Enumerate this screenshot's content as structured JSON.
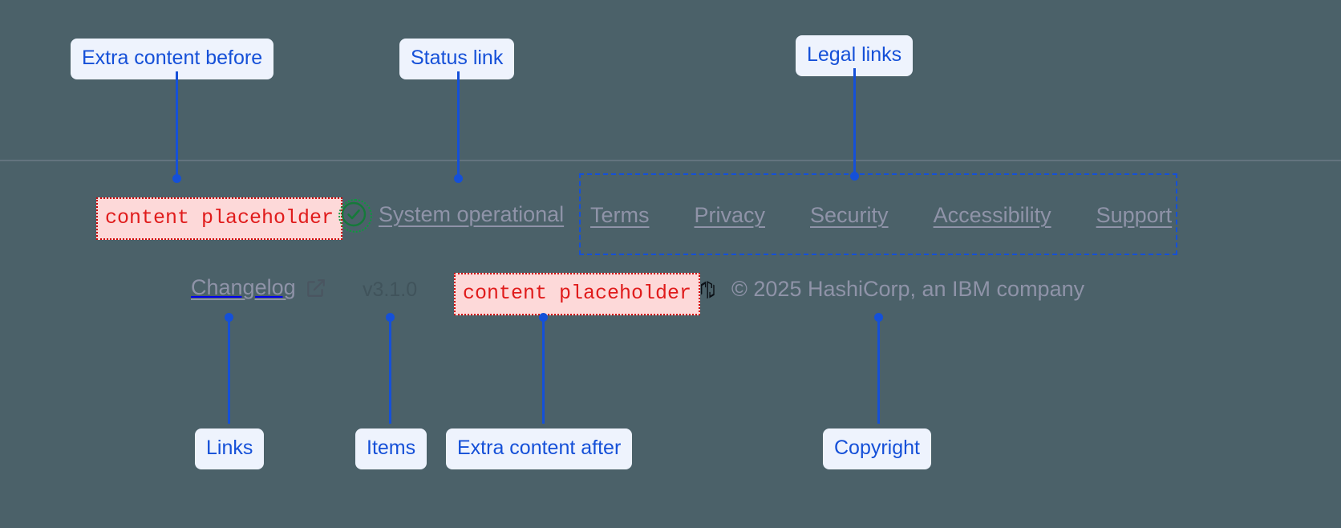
{
  "page": {
    "background_color": "#4b6169",
    "divider_color": "#6b7b85"
  },
  "annotations": {
    "accent_color": "#1550d8",
    "pill_background": "#eef3fd",
    "labels": [
      {
        "id": "extra-content-before",
        "text": "Extra content before"
      },
      {
        "id": "status-link",
        "text": "Status link"
      },
      {
        "id": "legal-links",
        "text": "Legal links"
      },
      {
        "id": "links",
        "text": "Links"
      },
      {
        "id": "items",
        "text": "Items"
      },
      {
        "id": "extra-content-after",
        "text": "Extra content after"
      },
      {
        "id": "copyright",
        "text": "Copyright"
      }
    ]
  },
  "footer": {
    "placeholders": {
      "before": "content placeholder",
      "after": "content placeholder",
      "text_color": "#e01b1b",
      "fill_color": "#fdd9d9",
      "border_color": "#d00000"
    },
    "status": {
      "icon": "check-circle-icon",
      "icon_color": "#0a9c3d",
      "label": "System operational"
    },
    "legal_links": [
      {
        "label": "Terms"
      },
      {
        "label": "Privacy"
      },
      {
        "label": "Security"
      },
      {
        "label": "Accessibility"
      },
      {
        "label": "Support"
      }
    ],
    "changelog": {
      "label": "Changelog",
      "icon": "external-link-icon"
    },
    "version": "v3.1.0",
    "brand": {
      "logo": "hashicorp-logo",
      "copyright": "© 2025 HashiCorp, an IBM company"
    },
    "link_color": "#8f93a8"
  }
}
